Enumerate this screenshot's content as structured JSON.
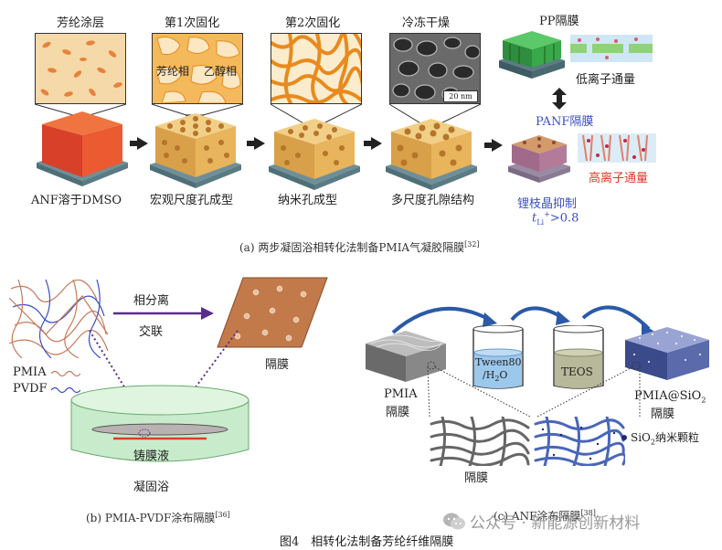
{
  "panel_a": {
    "top_labels": [
      "芳纶涂层",
      "第1次固化",
      "第2次固化",
      "冷冻干燥"
    ],
    "inset_labels": {
      "aramid_phase": "芳纶相",
      "ethanol_phase": "乙醇相",
      "scale_bar": "20 nm"
    },
    "bottom_labels": [
      "ANF溶于DMSO",
      "宏观尺度孔成型",
      "纳米孔成型",
      "多尺度孔隙结构"
    ],
    "right": {
      "pp_label": "PP隔膜",
      "low_flux": "低离子通量",
      "panf_label": "PANF隔膜",
      "high_flux": "高离子通量",
      "dendrite": "锂枝晶抑制",
      "t_symbol": "t",
      "t_sub": "Li",
      "t_sup": "+",
      "t_value": ">0.8"
    },
    "caption": "(a) 两步凝固浴相转化法制备PMIA气凝胶隔膜",
    "caption_ref": "[32]"
  },
  "panel_b": {
    "arrow_top": "相分离",
    "arrow_bottom": "交联",
    "membrane": "隔膜",
    "pmia": "PMIA",
    "pvdf": "PVDF",
    "casting": "铸膜液",
    "bath": "凝固浴",
    "caption": "(b) PMIA-PVDF涂布隔膜",
    "caption_ref": "[36]"
  },
  "panel_c": {
    "pmia_label_1": "PMIA",
    "pmia_label_2": "隔膜",
    "beaker1_line1": "Tween80",
    "beaker1_line2": "/H",
    "beaker1_sub": "2",
    "beaker1_end": "O",
    "beaker2": "TEOS",
    "out_line1": "PMIA@SiO",
    "out_sub": "2",
    "out_line2": "隔膜",
    "membrane": "隔膜",
    "sio2_prefix": "SiO",
    "sio2_sub": "2",
    "sio2_suffix": "纳米颗粒",
    "caption": "(c) ANF涂布隔膜",
    "caption_ref": "[38]"
  },
  "figure_title": "图4　相转化法制备芳纶纤维隔膜",
  "watermark": "公众号 · 新能源创新材料",
  "colors": {
    "accent_blue": "#3a4fc8",
    "accent_red": "#e03a2a",
    "purple_arrow": "#5a2d91",
    "cyan_bath": "#cdeec9"
  }
}
